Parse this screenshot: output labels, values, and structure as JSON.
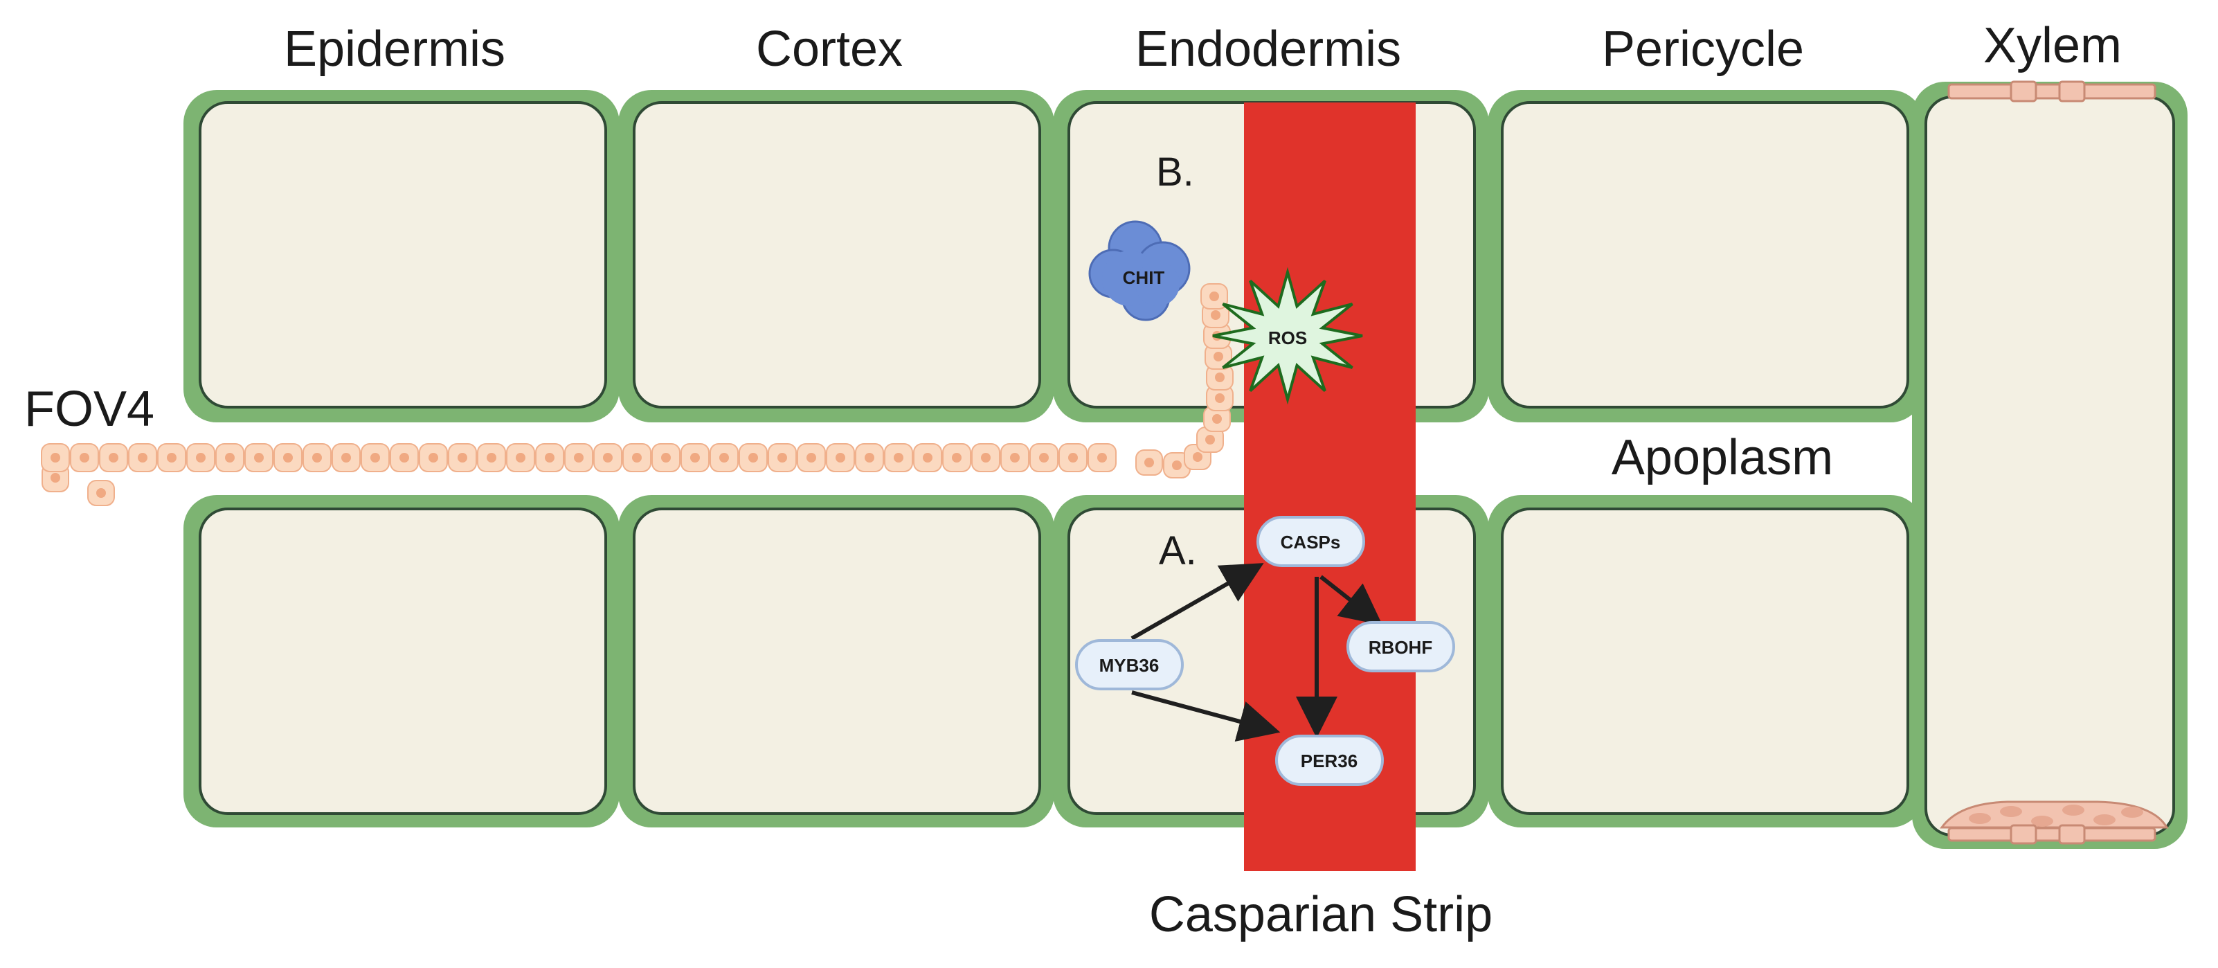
{
  "columns": {
    "epidermis": "Epidermis",
    "cortex": "Cortex",
    "endodermis": "Endodermis",
    "pericycle": "Pericycle",
    "xylem": "Xylem"
  },
  "labels": {
    "fov4": "FOV4",
    "apoplasm": "Apoplasm",
    "casparian_strip": "Casparian Strip",
    "marker_a": "A.",
    "marker_b": "B."
  },
  "nodes": {
    "chit": "CHIT",
    "ros": "ROS",
    "casps": "CASPs",
    "myb36": "MYB36",
    "rbohf": "RBOHF",
    "per36": "PER36"
  },
  "colors": {
    "cell_wall": "#7db472",
    "cell_interior": "#f3f0e3",
    "cell_outline": "#2f4a35",
    "casparian_strip": "#e0332b",
    "hypha": "#fbd9c0",
    "chit_blob": "#6b8dd6",
    "ros_burst": "#dff5df",
    "protein_pill": "#e7f0fa",
    "xylem_end": "#f2c3b0"
  }
}
